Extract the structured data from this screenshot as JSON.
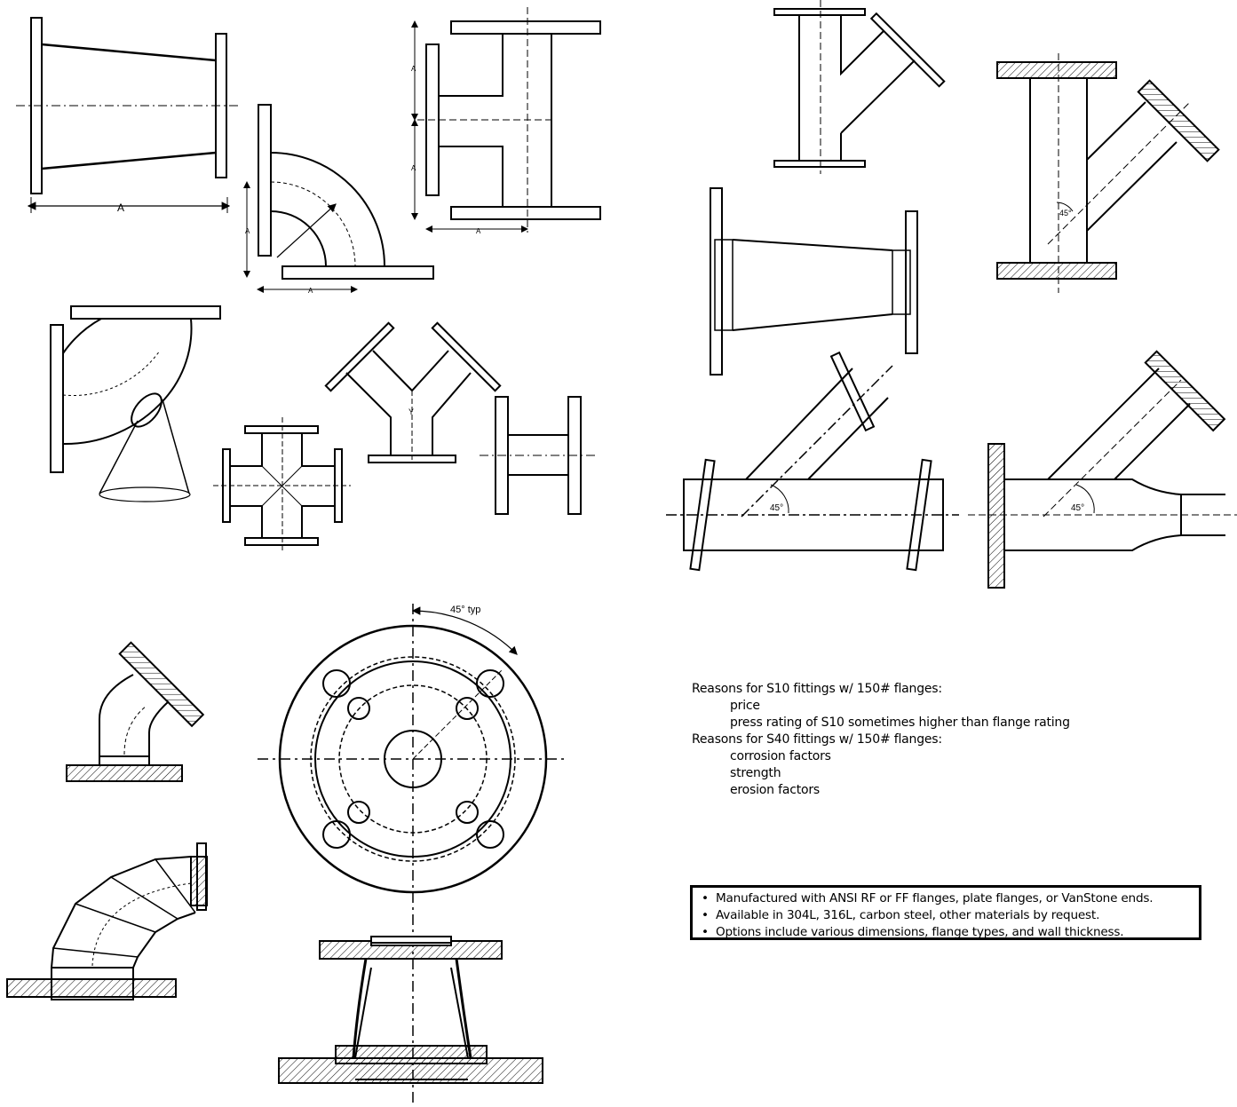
{
  "dims": {
    "reducer_length": "A",
    "elbow_vertical": "A",
    "elbow_horizontal": "A",
    "tee_upper": "A",
    "tee_lower": "A",
    "tee_horizontal": "A"
  },
  "angles": {
    "lateral_small": "45°",
    "lateral_long": "45°",
    "lateral_reducing": "45°",
    "wye": "Y",
    "bolt_spacing": "45° typ"
  },
  "notes": {
    "s10_heading": "Reasons for S10 fittings w/ 150# flanges:",
    "s10_items": [
      "price",
      "press rating of S10 sometimes higher than flange rating"
    ],
    "s40_heading": "Reasons for S40 fittings w/ 150# flanges:",
    "s40_items": [
      "corrosion factors",
      "strength",
      "erosion factors"
    ]
  },
  "features": [
    "Manufactured with ANSI RF or FF flanges, plate flanges, or VanStone ends.",
    "Available in 304L, 316L, carbon steel, other materials by request.",
    "Options include various dimensions, flange types, and wall thickness."
  ]
}
